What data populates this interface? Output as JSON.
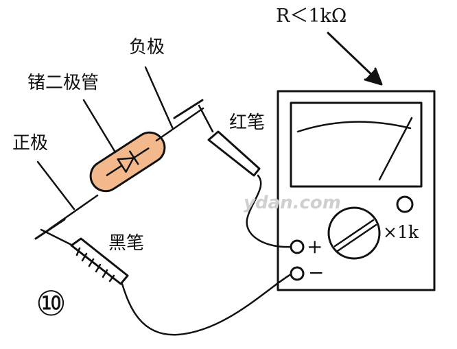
{
  "labels": {
    "resistance_range": "R＜1kΩ",
    "negative_pole": "负极",
    "germanium_diode": "锗二极管",
    "positive_pole": "正极",
    "red_probe": "红笔",
    "black_probe": "黑笔",
    "range_setting": "×1k",
    "plus_terminal": "+",
    "minus_terminal": "−",
    "figure_number": "⑩"
  },
  "watermark": "ydan.com",
  "colors": {
    "ink": "#111111",
    "diode_glass": "#f3b98d",
    "watermark": "#cfcfcf"
  }
}
